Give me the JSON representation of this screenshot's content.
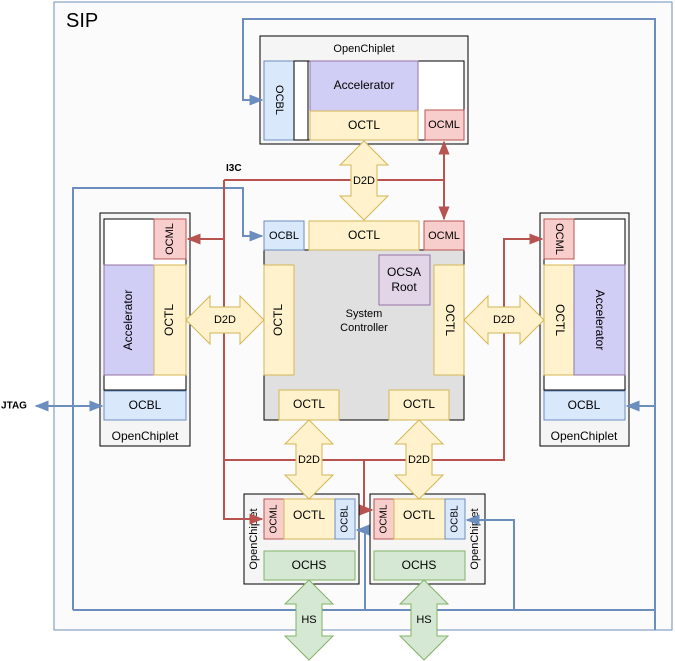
{
  "title": "SIP",
  "labels": {
    "openchiplet": "OpenChiplet",
    "accelerator": "Accelerator",
    "octl": "OCTL",
    "ocbl": "OCBL",
    "ocml": "OCML",
    "ochs": "OCHS",
    "d2d": "D2D",
    "hs": "HS",
    "i3c": "I3C",
    "jtag": "JTAG",
    "ocsa_root_line1": "OCSA",
    "ocsa_root_line2": "Root",
    "system_controller_line1": "System",
    "system_controller_line2": "Controller"
  },
  "colors": {
    "frame_stroke": "#6c8ebf",
    "frame_fill": "#fbfbfb",
    "chiplet_fill": "#f5f5f5",
    "controller_fill": "#e0e0e0",
    "octl_fill": "#fff2cc",
    "octl_stroke": "#d6b656",
    "accelerator_fill": "#d0cef5",
    "accelerator_stroke": "#9673a6",
    "ocbl_fill": "#dae8fc",
    "ocbl_stroke": "#6c8ebf",
    "ocml_fill": "#f8cecc",
    "ocml_stroke": "#b85450",
    "ochs_fill": "#d5e8d4",
    "ochs_stroke": "#82b366",
    "ocsa_fill": "#e1d5e7",
    "ocsa_stroke": "#9673a6",
    "blue_line": "#6c8ebf",
    "red_line": "#b85450"
  }
}
